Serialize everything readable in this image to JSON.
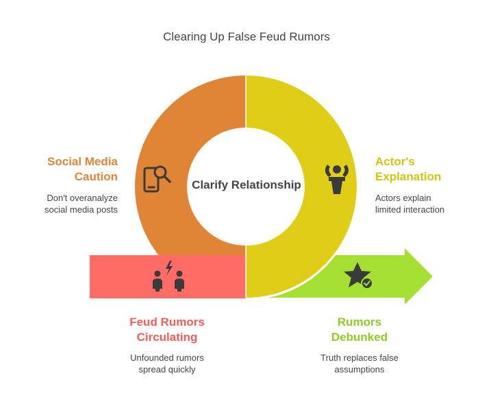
{
  "title": "Clearing Up False Feud Rumors",
  "center": "Clarify Relationship",
  "colors": {
    "orange": "#E08436",
    "yellow": "#E0CD18",
    "red": "#FF6B65",
    "green": "#A4DF32",
    "icon": "#3A3A3A"
  },
  "steps": [
    {
      "heading": [
        "Social Media",
        "Caution"
      ],
      "description": [
        "Don't overanalyze",
        "social media posts"
      ],
      "icon": "phone-search-icon"
    },
    {
      "heading": [
        "Actor's",
        "Explanation"
      ],
      "description": [
        "Actors explain",
        "limited interaction"
      ],
      "icon": "speaker-podium-icon"
    },
    {
      "heading": [
        "Feud Rumors",
        "Circulating"
      ],
      "description": [
        "Unfounded rumors",
        "spread quickly"
      ],
      "icon": "people-conflict-icon"
    },
    {
      "heading": [
        "Rumors",
        "Debunked"
      ],
      "description": [
        "Truth replaces false",
        "assumptions"
      ],
      "icon": "star-check-icon"
    }
  ]
}
